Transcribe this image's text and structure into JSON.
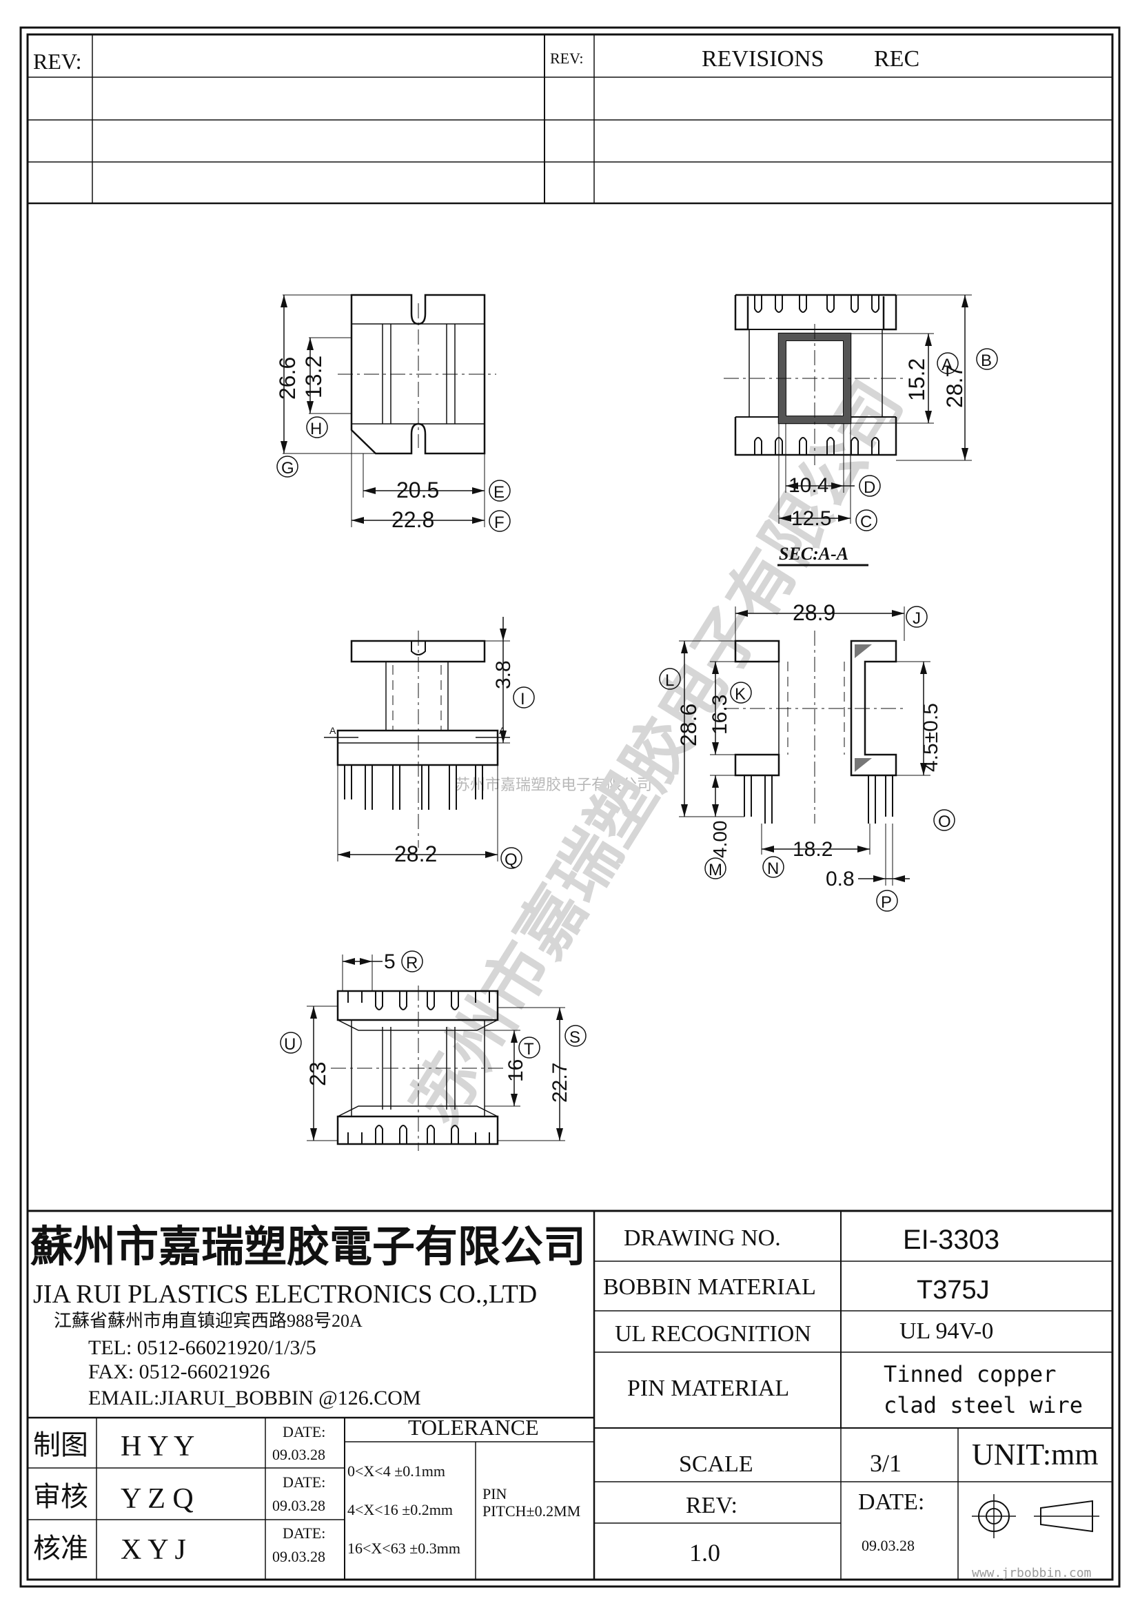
{
  "revision_block": {
    "rev_label_left": "REV:",
    "rev_label_right": "REV:",
    "revisions_label": "REVISIONS",
    "rec_label": "REC"
  },
  "views": {
    "top": {
      "dims": [
        "26.6",
        "13.2",
        "20.5",
        "22.8"
      ],
      "markers": [
        "G",
        "H",
        "E",
        "F"
      ]
    },
    "section": {
      "dims": [
        "15.2",
        "28.7",
        "10.4",
        "12.5"
      ],
      "markers": [
        "A",
        "B",
        "D",
        "C"
      ],
      "caption": "SEC:A-A"
    },
    "front": {
      "dims": [
        "3.8",
        "28.2"
      ],
      "markers": [
        "I",
        "Q"
      ],
      "section_mark": "A"
    },
    "side": {
      "dims": [
        "28.9",
        "28.6",
        "16.3",
        "4.5±0.5",
        "4.00",
        "18.2",
        "0.8"
      ],
      "markers": [
        "J",
        "L",
        "K",
        "O",
        "M",
        "N",
        "P"
      ]
    },
    "bottom": {
      "dims": [
        "5",
        "23",
        "16",
        "22.7"
      ],
      "markers": [
        "R",
        "U",
        "T",
        "S"
      ]
    }
  },
  "watermark": {
    "line_text": "苏州市嘉瑞塑胶电子有限公司",
    "diagonal_text": "苏州市嘉瑞塑胶电子有限公司"
  },
  "company": {
    "name_cn": "蘇州市嘉瑞塑胶電子有限公司",
    "name_en": "JIA RUI PLASTICS ELECTRONICS CO.,LTD",
    "address": "江蘇省蘇州市甪直镇迎宾西路988号20A",
    "tel": "TEL: 0512-66021920/1/3/5",
    "fax": "FAX: 0512-66021926",
    "email": "EMAIL:JIARUI_BOBBIN @126.COM"
  },
  "title_block": {
    "drawing_no_label": "DRAWING  NO.",
    "drawing_no": "EI-3303",
    "bobbin_material_label": "BOBBIN  MATERIAL",
    "bobbin_material": "T375J",
    "ul_label": "UL RECOGNITION",
    "ul_value": "UL 94V-0",
    "pin_material_label": "PIN MATERIAL",
    "pin_material_line1": "Tinned copper",
    "pin_material_line2": "clad steel wire",
    "scale_label": "SCALE",
    "scale_value": "3/1",
    "unit": "UNIT:mm",
    "rev_label": "REV:",
    "rev_value": "1.0",
    "date_label": "DATE:",
    "date_value": "09.03.28"
  },
  "signoff": [
    {
      "role": "制图",
      "name": "H Y Y",
      "date_label": "DATE:",
      "date": "09.03.28"
    },
    {
      "role": "审核",
      "name": "Y Z Q",
      "date_label": "DATE:",
      "date": "09.03.28"
    },
    {
      "role": "核准",
      "name": "X Y J",
      "date_label": "DATE:",
      "date": "09.03.28"
    }
  ],
  "tolerance": {
    "title": "TOLERANCE",
    "rows": [
      "0<X<4  ±0.1mm",
      "4<X<16 ±0.2mm",
      "16<X<63 ±0.3mm"
    ],
    "pin_label": "PIN",
    "pin_pitch": "PITCH±0.2MM"
  },
  "footer_url": "www.jrbobbin.com",
  "accent_colors": {
    "watermark": "#cfcfcf",
    "line": "#111111"
  }
}
